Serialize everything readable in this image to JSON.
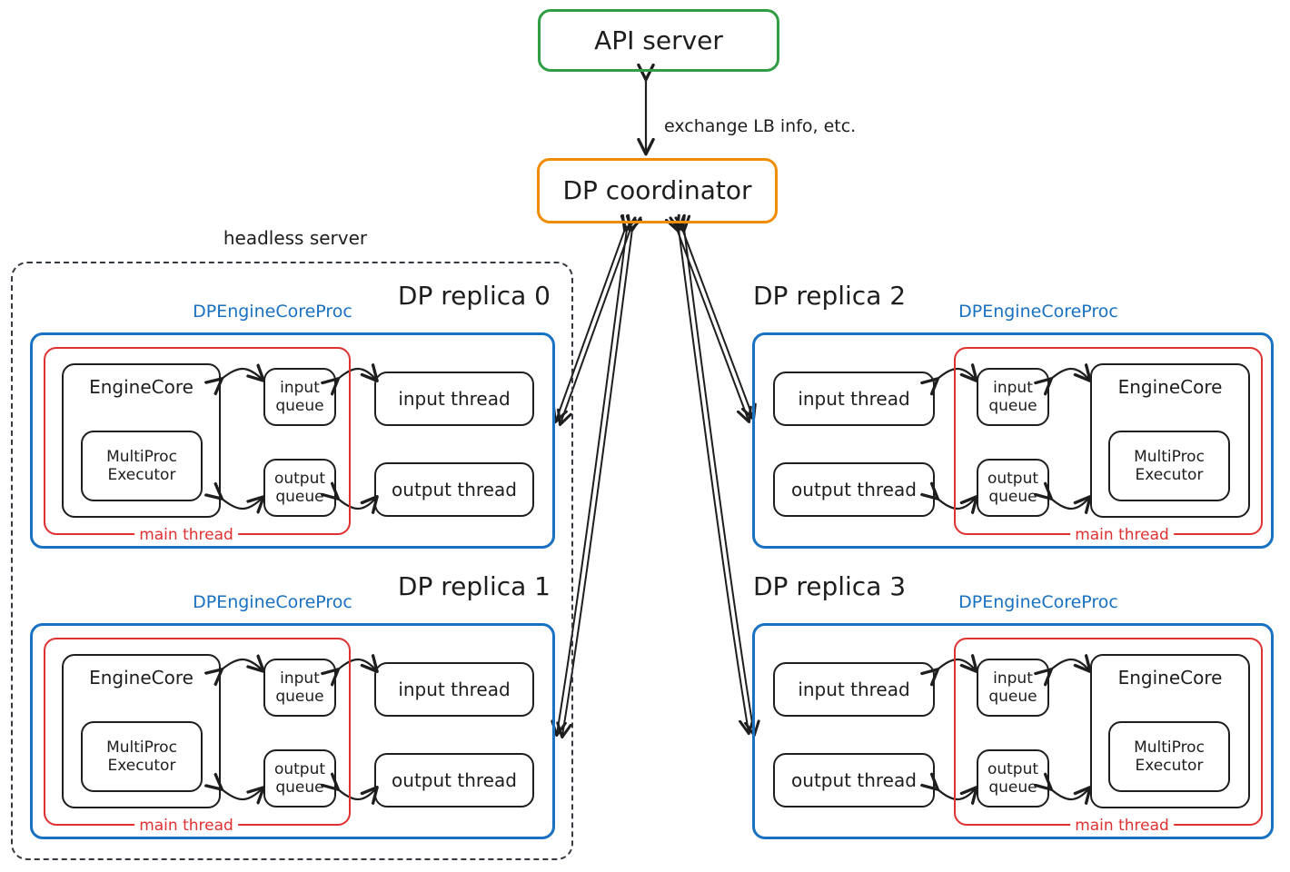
{
  "diagram": {
    "title_nodes": {
      "api_server": "API server",
      "dp_coordinator": "DP coordinator"
    },
    "edge_labels": {
      "api_to_coordinator": "exchange LB info, etc."
    },
    "group_labels": {
      "headless_server": "headless server"
    },
    "colors": {
      "api_server_border": "#2f9e44",
      "coordinator_border": "#f08c00",
      "process_border": "#1971c2",
      "main_thread_border": "#e03131",
      "default_stroke": "#1e1e1e",
      "dashed_group": "#343a40"
    },
    "replicas": [
      {
        "title": "DP replica 0",
        "process_label": "DPEngineCoreProc",
        "thread_label": "main thread",
        "orientation": "engine-left",
        "inside_headless_server": true,
        "nodes": {
          "engine_core": "EngineCore",
          "executor": "MultiProc\nExecutor",
          "input_queue": "input\nqueue",
          "output_queue": "output\nqueue",
          "input_thread": "input thread",
          "output_thread": "output thread"
        }
      },
      {
        "title": "DP replica 1",
        "process_label": "DPEngineCoreProc",
        "thread_label": "main thread",
        "orientation": "engine-left",
        "inside_headless_server": true,
        "nodes": {
          "engine_core": "EngineCore",
          "executor": "MultiProc\nExecutor",
          "input_queue": "input\nqueue",
          "output_queue": "output\nqueue",
          "input_thread": "input thread",
          "output_thread": "output thread"
        }
      },
      {
        "title": "DP replica 2",
        "process_label": "DPEngineCoreProc",
        "thread_label": "main thread",
        "orientation": "engine-right",
        "inside_headless_server": false,
        "nodes": {
          "engine_core": "EngineCore",
          "executor": "MultiProc\nExecutor",
          "input_queue": "input\nqueue",
          "output_queue": "output\nqueue",
          "input_thread": "input thread",
          "output_thread": "output thread"
        }
      },
      {
        "title": "DP replica 3",
        "process_label": "DPEngineCoreProc",
        "thread_label": "main thread",
        "orientation": "engine-right",
        "inside_headless_server": false,
        "nodes": {
          "engine_core": "EngineCore",
          "executor": "MultiProc\nExecutor",
          "input_queue": "input\nqueue",
          "output_queue": "output\nqueue",
          "input_thread": "input thread",
          "output_thread": "output thread"
        }
      }
    ]
  }
}
